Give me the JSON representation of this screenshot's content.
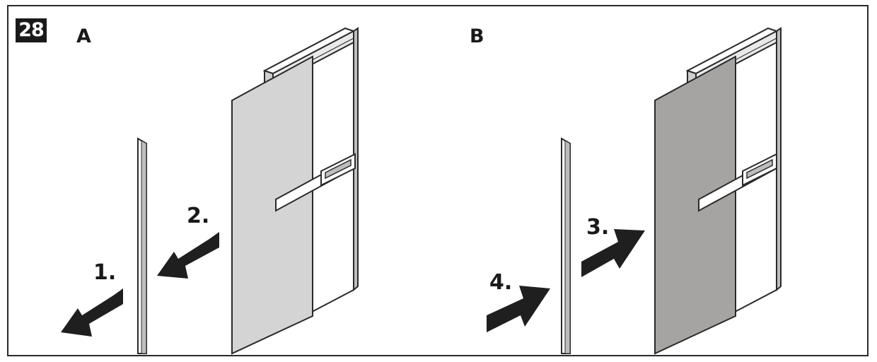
{
  "figure": {
    "number": "28",
    "panels": [
      {
        "label": "A",
        "steps": [
          "1.",
          "2."
        ]
      },
      {
        "label": "B",
        "steps": [
          "3.",
          "4."
        ]
      }
    ]
  },
  "colors": {
    "outline": "#2a2a2a",
    "panel_a_door": "#d4d4d4",
    "panel_b_door": "#a6a3a3",
    "arrow": "#1f1f1f"
  }
}
